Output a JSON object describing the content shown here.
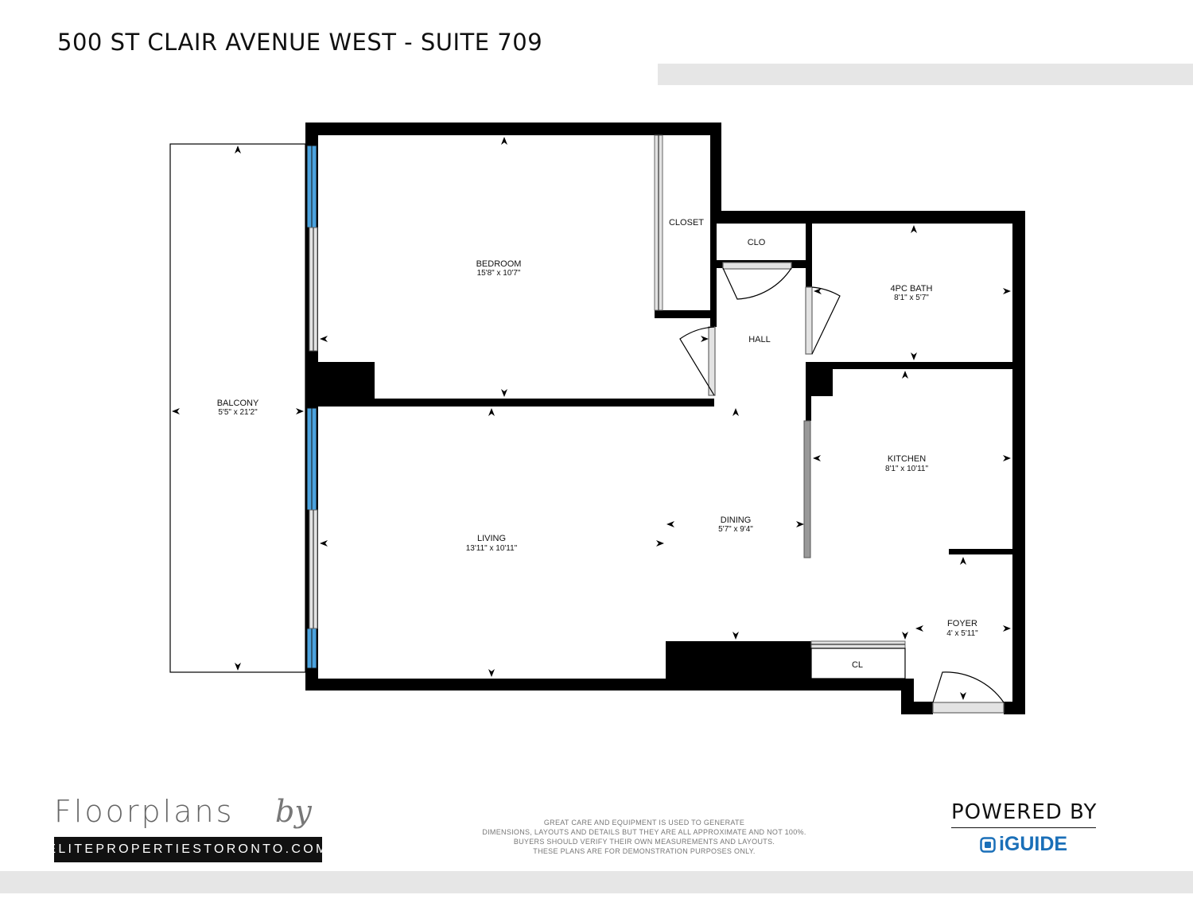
{
  "title": "500 ST CLAIR AVENUE WEST - SUITE 709",
  "rooms": {
    "bedroom": {
      "name": "BEDROOM",
      "dims": "15'8\" x 10'7\""
    },
    "closet": {
      "name": "CLOSET"
    },
    "clo": {
      "name": "CLO"
    },
    "bath": {
      "name": "4PC BATH",
      "dims": "8'1\" x 5'7\""
    },
    "hall": {
      "name": "HALL"
    },
    "balcony": {
      "name": "BALCONY",
      "dims": "5'5\" x 21'2\""
    },
    "kitchen": {
      "name": "KITCHEN",
      "dims": "8'1\" x 10'11\""
    },
    "dining": {
      "name": "DINING",
      "dims": "5'7\" x 9'4\""
    },
    "living": {
      "name": "LIVING",
      "dims": "13'11\" x 10'11\""
    },
    "foyer": {
      "name": "FOYER",
      "dims": "4' x 5'11\""
    },
    "cl": {
      "name": "CL"
    }
  },
  "branding": {
    "script": "Floorplans",
    "by": "by",
    "site": "ELITEPROPERTIESTORONTO.COM",
    "powered_by": "POWERED BY",
    "iguide": "iGUIDE"
  },
  "disclaimer": [
    "GREAT CARE AND EQUIPMENT IS USED TO GENERATE",
    "DIMENSIONS, LAYOUTS AND DETAILS BUT THEY ARE ALL APPROXIMATE AND NOT 100%.",
    "BUYERS SHOULD VERIFY THEIR OWN MEASUREMENTS AND LAYOUTS.",
    "THESE PLANS ARE FOR DEMONSTRATION PURPOSES ONLY."
  ],
  "colors": {
    "wall": "#000000",
    "window": "#4aa3df",
    "accent": "#1a6fb8",
    "bar": "#e6e6e6"
  }
}
